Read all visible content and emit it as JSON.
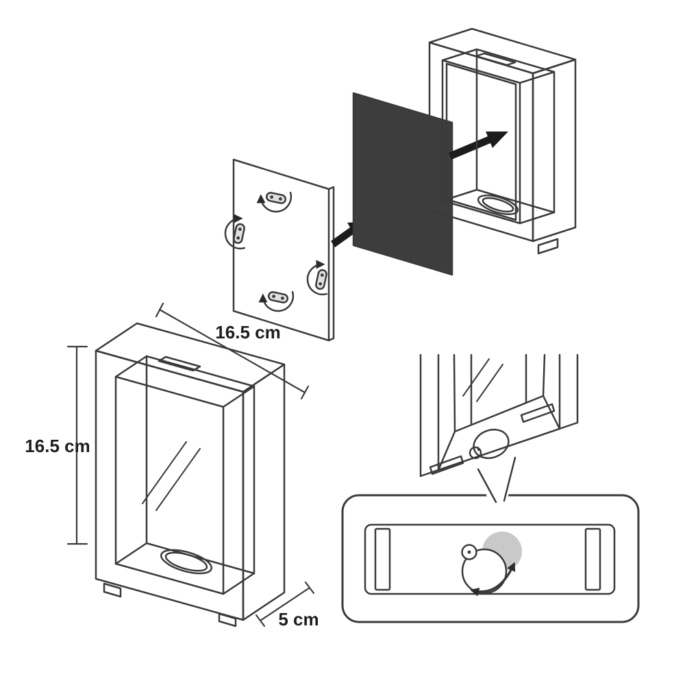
{
  "diagram": {
    "labels": {
      "width": "16.5 cm",
      "height": "16.5 cm",
      "depth": "5 cm"
    },
    "colors": {
      "line": "#3a3a3a",
      "dark_panel": "#3d3d3d",
      "arrow": "#1c1c1c",
      "clip_fill": "#e0e0e0",
      "shade": "#c9c9c9",
      "label": "#1d1d1d",
      "background": "#ffffff"
    }
  }
}
